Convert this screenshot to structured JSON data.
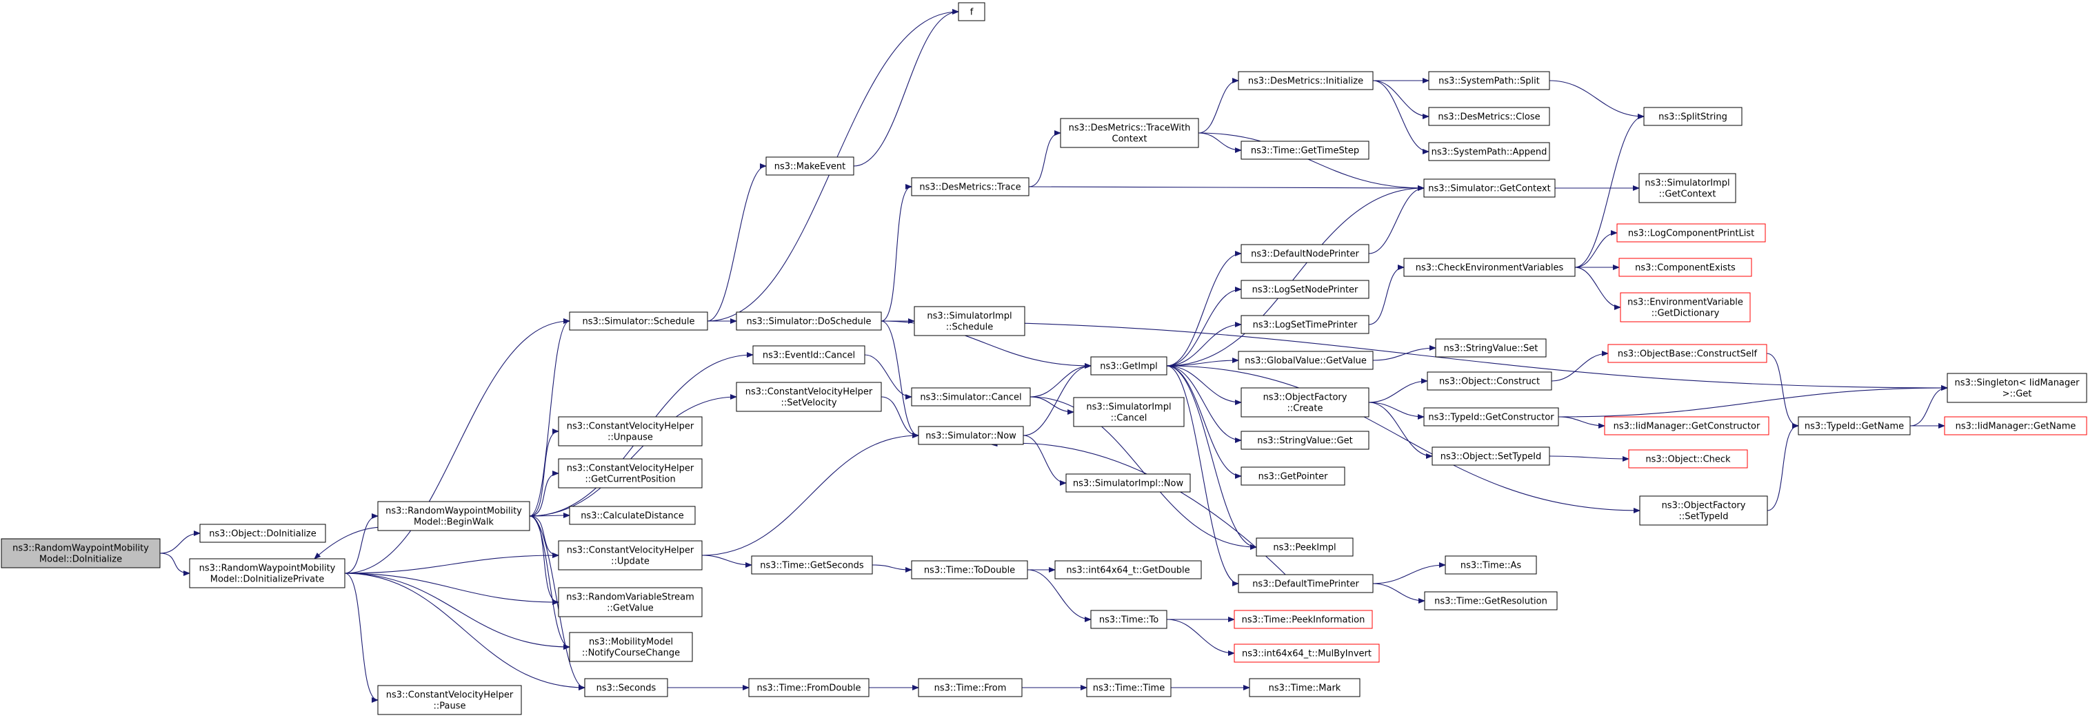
{
  "nodes": [
    {
      "id": "root",
      "lines": [
        "ns3::RandomWaypointMobility",
        "Model::DoInitialize"
      ],
      "style": "root"
    },
    {
      "id": "objInit",
      "lines": [
        "ns3::Object::DoInitialize"
      ]
    },
    {
      "id": "doInitPriv",
      "lines": [
        "ns3::RandomWaypointMobility",
        "Model::DoInitializePrivate"
      ]
    },
    {
      "id": "beginWalk",
      "lines": [
        "ns3::RandomWaypointMobility",
        "Model::BeginWalk"
      ]
    },
    {
      "id": "cvhPause",
      "lines": [
        "ns3::ConstantVelocityHelper",
        "::Pause"
      ]
    },
    {
      "id": "schedule",
      "lines": [
        "ns3::Simulator::Schedule"
      ]
    },
    {
      "id": "f",
      "lines": [
        "f"
      ]
    },
    {
      "id": "makeEvent",
      "lines": [
        "ns3::MakeEvent"
      ]
    },
    {
      "id": "doSchedule",
      "lines": [
        "ns3::Simulator::DoSchedule"
      ]
    },
    {
      "id": "eventCancel",
      "lines": [
        "ns3::EventId::Cancel"
      ]
    },
    {
      "id": "setVelocity",
      "lines": [
        "ns3::ConstantVelocityHelper",
        "::SetVelocity"
      ]
    },
    {
      "id": "unpause",
      "lines": [
        "ns3::ConstantVelocityHelper",
        "::Unpause"
      ]
    },
    {
      "id": "getCurPos",
      "lines": [
        "ns3::ConstantVelocityHelper",
        "::GetCurrentPosition"
      ]
    },
    {
      "id": "calcDist",
      "lines": [
        "ns3::CalculateDistance"
      ]
    },
    {
      "id": "cvhUpdate",
      "lines": [
        "ns3::ConstantVelocityHelper",
        "::Update"
      ]
    },
    {
      "id": "rvsGetValue",
      "lines": [
        "ns3::RandomVariableStream",
        "::GetValue"
      ]
    },
    {
      "id": "notifyCourse",
      "lines": [
        "ns3::MobilityModel",
        "::NotifyCourseChange"
      ]
    },
    {
      "id": "seconds",
      "lines": [
        "ns3::Seconds"
      ]
    },
    {
      "id": "desTrace",
      "lines": [
        "ns3::DesMetrics::Trace"
      ]
    },
    {
      "id": "simImplSchedule",
      "lines": [
        "ns3::SimulatorImpl",
        "::Schedule"
      ]
    },
    {
      "id": "simCancel",
      "lines": [
        "ns3::Simulator::Cancel"
      ]
    },
    {
      "id": "simNow",
      "lines": [
        "ns3::Simulator::Now"
      ]
    },
    {
      "id": "timeGetSeconds",
      "lines": [
        "ns3::Time::GetSeconds"
      ]
    },
    {
      "id": "timeFromDouble",
      "lines": [
        "ns3::Time::FromDouble"
      ]
    },
    {
      "id": "desTraceWith",
      "lines": [
        "ns3::DesMetrics::TraceWith",
        "Context"
      ]
    },
    {
      "id": "getImpl",
      "lines": [
        "ns3::GetImpl"
      ]
    },
    {
      "id": "simImplCancel",
      "lines": [
        "ns3::SimulatorImpl",
        "::Cancel"
      ]
    },
    {
      "id": "simImplNow",
      "lines": [
        "ns3::SimulatorImpl::Now"
      ]
    },
    {
      "id": "timeToDouble",
      "lines": [
        "ns3::Time::ToDouble"
      ]
    },
    {
      "id": "timeFrom",
      "lines": [
        "ns3::Time::From"
      ]
    },
    {
      "id": "desInit",
      "lines": [
        "ns3::DesMetrics::Initialize"
      ]
    },
    {
      "id": "timeGetTimeStep",
      "lines": [
        "ns3::Time::GetTimeStep"
      ]
    },
    {
      "id": "defaultNodePrinter",
      "lines": [
        "ns3::DefaultNodePrinter"
      ]
    },
    {
      "id": "logSetNodePrinter",
      "lines": [
        "ns3::LogSetNodePrinter"
      ]
    },
    {
      "id": "logSetTimePrinter",
      "lines": [
        "ns3::LogSetTimePrinter"
      ]
    },
    {
      "id": "gvGetValue",
      "lines": [
        "ns3::GlobalValue::GetValue"
      ]
    },
    {
      "id": "ofCreate",
      "lines": [
        "ns3::ObjectFactory",
        "::Create"
      ]
    },
    {
      "id": "svGet",
      "lines": [
        "ns3::StringValue::Get"
      ]
    },
    {
      "id": "getPointer",
      "lines": [
        "ns3::GetPointer"
      ]
    },
    {
      "id": "peekImpl",
      "lines": [
        "ns3::PeekImpl"
      ]
    },
    {
      "id": "defaultTimePrinter",
      "lines": [
        "ns3::DefaultTimePrinter"
      ]
    },
    {
      "id": "i64GetDouble",
      "lines": [
        "ns3::int64x64_t::GetDouble"
      ]
    },
    {
      "id": "timeTo",
      "lines": [
        "ns3::Time::To"
      ]
    },
    {
      "id": "timeTime",
      "lines": [
        "ns3::Time::Time"
      ]
    },
    {
      "id": "spSplit",
      "lines": [
        "ns3::SystemPath::Split"
      ]
    },
    {
      "id": "desClose",
      "lines": [
        "ns3::DesMetrics::Close"
      ]
    },
    {
      "id": "spAppend",
      "lines": [
        "ns3::SystemPath::Append"
      ]
    },
    {
      "id": "simGetContext",
      "lines": [
        "ns3::Simulator::GetContext"
      ]
    },
    {
      "id": "checkEnv",
      "lines": [
        "ns3::CheckEnvironmentVariables"
      ]
    },
    {
      "id": "svSet",
      "lines": [
        "ns3::StringValue::Set"
      ]
    },
    {
      "id": "objConstruct",
      "lines": [
        "ns3::Object::Construct"
      ]
    },
    {
      "id": "tidGetCtor",
      "lines": [
        "ns3::TypeId::GetConstructor"
      ]
    },
    {
      "id": "objSetTypeId",
      "lines": [
        "ns3::Object::SetTypeId"
      ]
    },
    {
      "id": "ofSetTypeId",
      "lines": [
        "ns3::ObjectFactory",
        "::SetTypeId"
      ]
    },
    {
      "id": "timeAs",
      "lines": [
        "ns3::Time::As"
      ]
    },
    {
      "id": "timeGetRes",
      "lines": [
        "ns3::Time::GetResolution"
      ]
    },
    {
      "id": "timePeekInfo",
      "lines": [
        "ns3::Time::PeekInformation"
      ],
      "style": "red"
    },
    {
      "id": "i64MulByInvert",
      "lines": [
        "ns3::int64x64_t::MulByInvert"
      ],
      "style": "red"
    },
    {
      "id": "timeMark",
      "lines": [
        "ns3::Time::Mark"
      ]
    },
    {
      "id": "splitString",
      "lines": [
        "ns3::SplitString"
      ]
    },
    {
      "id": "simImplGetCtx",
      "lines": [
        "ns3::SimulatorImpl",
        "::GetContext"
      ]
    },
    {
      "id": "logCompPrint",
      "lines": [
        "ns3::LogComponentPrintList"
      ],
      "style": "red"
    },
    {
      "id": "compExists",
      "lines": [
        "ns3::ComponentExists"
      ],
      "style": "red"
    },
    {
      "id": "envGetDict",
      "lines": [
        "ns3::EnvironmentVariable",
        "::GetDictionary"
      ],
      "style": "red"
    },
    {
      "id": "obConstructSelf",
      "lines": [
        "ns3::ObjectBase::ConstructSelf"
      ],
      "style": "red"
    },
    {
      "id": "iidGetCtor",
      "lines": [
        "ns3::IidManager::GetConstructor"
      ],
      "style": "red"
    },
    {
      "id": "objCheck",
      "lines": [
        "ns3::Object::Check"
      ],
      "style": "red"
    },
    {
      "id": "singletonGet",
      "lines": [
        "ns3::Singleton< IidManager",
        ">::Get"
      ]
    },
    {
      "id": "tidGetName",
      "lines": [
        "ns3::TypeId::GetName"
      ]
    },
    {
      "id": "iidGetName",
      "lines": [
        "ns3::IidManager::GetName"
      ],
      "style": "red"
    }
  ],
  "edges": [
    [
      "root",
      "objInit"
    ],
    [
      "root",
      "doInitPriv"
    ],
    [
      "doInitPriv",
      "beginWalk"
    ],
    [
      "doInitPriv",
      "cvhPause"
    ],
    [
      "doInitPriv",
      "schedule"
    ],
    [
      "doInitPriv",
      "cvhUpdate"
    ],
    [
      "doInitPriv",
      "rvsGetValue"
    ],
    [
      "doInitPriv",
      "notifyCourse"
    ],
    [
      "doInitPriv",
      "seconds"
    ],
    [
      "beginWalk",
      "doInitPriv"
    ],
    [
      "beginWalk",
      "schedule"
    ],
    [
      "beginWalk",
      "eventCancel"
    ],
    [
      "beginWalk",
      "setVelocity"
    ],
    [
      "beginWalk",
      "unpause"
    ],
    [
      "beginWalk",
      "getCurPos"
    ],
    [
      "beginWalk",
      "calcDist"
    ],
    [
      "beginWalk",
      "cvhUpdate"
    ],
    [
      "beginWalk",
      "rvsGetValue"
    ],
    [
      "beginWalk",
      "notifyCourse"
    ],
    [
      "beginWalk",
      "seconds"
    ],
    [
      "schedule",
      "f"
    ],
    [
      "schedule",
      "makeEvent"
    ],
    [
      "schedule",
      "doSchedule"
    ],
    [
      "makeEvent",
      "f"
    ],
    [
      "doSchedule",
      "desTrace"
    ],
    [
      "doSchedule",
      "simImplSchedule"
    ],
    [
      "doSchedule",
      "getImpl"
    ],
    [
      "doSchedule",
      "simNow"
    ],
    [
      "doSchedule",
      "singletonGet"
    ],
    [
      "eventCancel",
      "simCancel"
    ],
    [
      "setVelocity",
      "simNow"
    ],
    [
      "cvhUpdate",
      "simNow"
    ],
    [
      "cvhUpdate",
      "timeGetSeconds"
    ],
    [
      "seconds",
      "timeFromDouble"
    ],
    [
      "desTrace",
      "desTraceWith"
    ],
    [
      "desTrace",
      "simGetContext"
    ],
    [
      "simCancel",
      "getImpl"
    ],
    [
      "simCancel",
      "simImplCancel"
    ],
    [
      "simCancel",
      "peekImpl"
    ],
    [
      "simNow",
      "getImpl"
    ],
    [
      "simNow",
      "simImplNow"
    ],
    [
      "timeGetSeconds",
      "timeToDouble"
    ],
    [
      "timeFromDouble",
      "timeFrom"
    ],
    [
      "desTraceWith",
      "desInit"
    ],
    [
      "desTraceWith",
      "timeGetTimeStep"
    ],
    [
      "desTraceWith",
      "simGetContext"
    ],
    [
      "getImpl",
      "simGetContext"
    ],
    [
      "getImpl",
      "defaultNodePrinter"
    ],
    [
      "getImpl",
      "logSetNodePrinter"
    ],
    [
      "getImpl",
      "logSetTimePrinter"
    ],
    [
      "getImpl",
      "gvGetValue"
    ],
    [
      "getImpl",
      "ofCreate"
    ],
    [
      "getImpl",
      "svGet"
    ],
    [
      "getImpl",
      "getPointer"
    ],
    [
      "getImpl",
      "peekImpl"
    ],
    [
      "getImpl",
      "defaultTimePrinter"
    ],
    [
      "getImpl",
      "ofSetTypeId"
    ],
    [
      "timeToDouble",
      "i64GetDouble"
    ],
    [
      "timeToDouble",
      "timeTo"
    ],
    [
      "timeFrom",
      "timeTime"
    ],
    [
      "desInit",
      "spSplit"
    ],
    [
      "desInit",
      "desClose"
    ],
    [
      "desInit",
      "spAppend"
    ],
    [
      "defaultNodePrinter",
      "simGetContext"
    ],
    [
      "logSetTimePrinter",
      "checkEnv"
    ],
    [
      "gvGetValue",
      "svSet"
    ],
    [
      "ofCreate",
      "objConstruct"
    ],
    [
      "ofCreate",
      "tidGetCtor"
    ],
    [
      "ofCreate",
      "objSetTypeId"
    ],
    [
      "defaultTimePrinter",
      "simNow"
    ],
    [
      "defaultTimePrinter",
      "timeAs"
    ],
    [
      "defaultTimePrinter",
      "timeGetRes"
    ],
    [
      "timeTo",
      "timePeekInfo"
    ],
    [
      "timeTo",
      "i64MulByInvert"
    ],
    [
      "timeTime",
      "timeMark"
    ],
    [
      "spSplit",
      "splitString"
    ],
    [
      "simGetContext",
      "simImplGetCtx"
    ],
    [
      "checkEnv",
      "splitString"
    ],
    [
      "checkEnv",
      "logCompPrint"
    ],
    [
      "checkEnv",
      "compExists"
    ],
    [
      "checkEnv",
      "envGetDict"
    ],
    [
      "objConstruct",
      "obConstructSelf"
    ],
    [
      "tidGetCtor",
      "singletonGet"
    ],
    [
      "tidGetCtor",
      "iidGetCtor"
    ],
    [
      "objSetTypeId",
      "objCheck"
    ],
    [
      "ofSetTypeId",
      "tidGetName"
    ],
    [
      "obConstructSelf",
      "tidGetName"
    ],
    [
      "tidGetName",
      "singletonGet"
    ],
    [
      "tidGetName",
      "iidGetName"
    ]
  ]
}
